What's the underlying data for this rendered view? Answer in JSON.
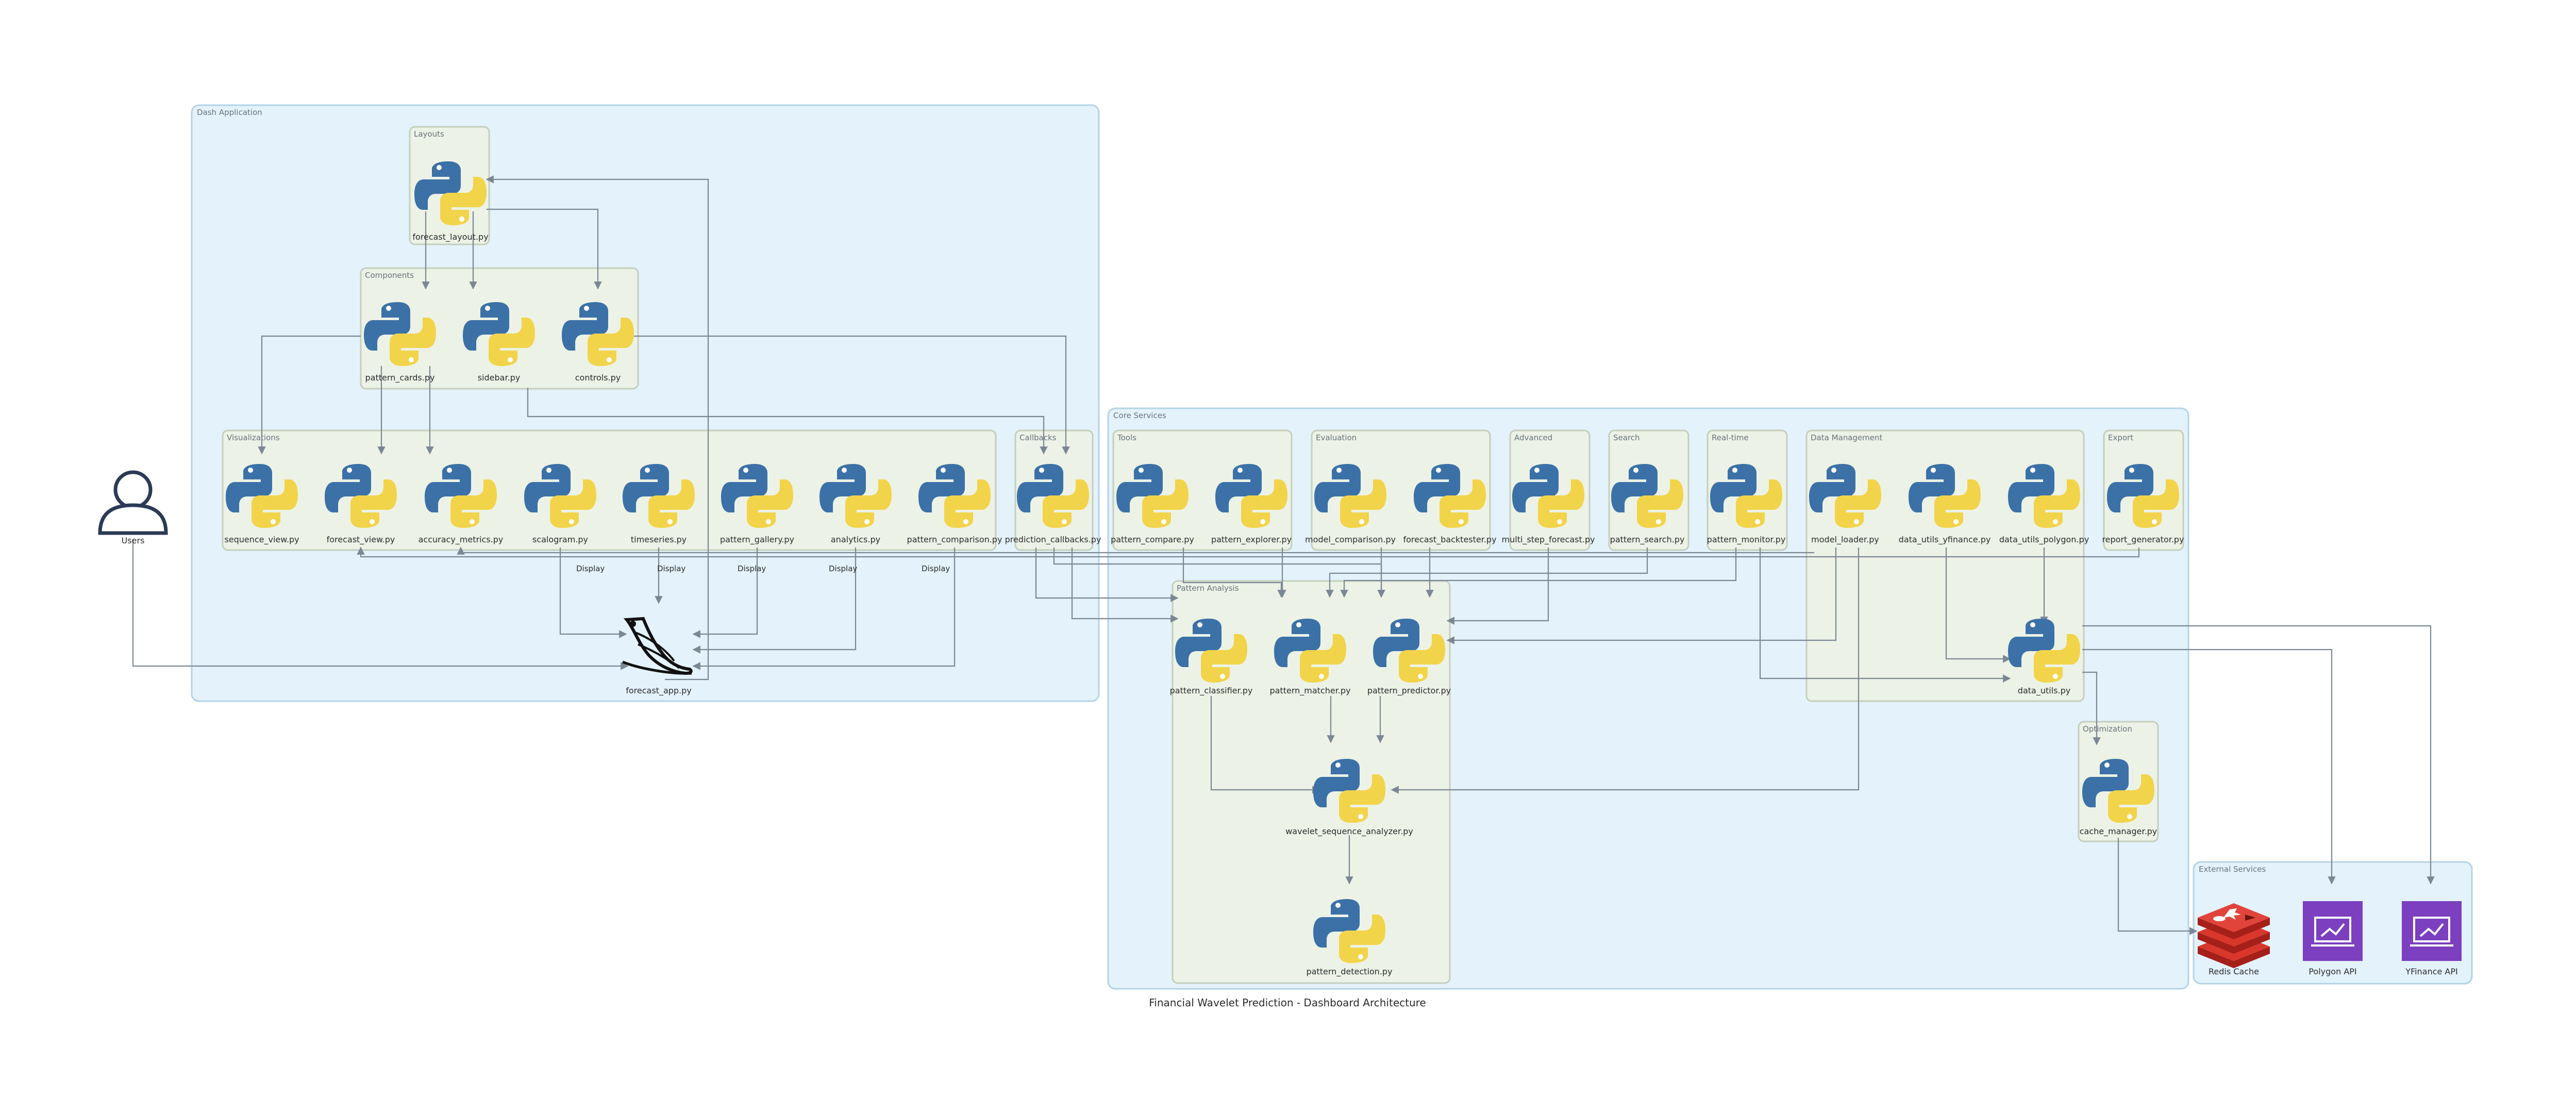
{
  "title": "Financial Wavelet Prediction - Dashboard Architecture",
  "colors": {
    "python_blue": "#3b71a7",
    "python_yellow": "#f2d44b",
    "redis": "#d32f2f",
    "api_purple": "#7b3fbf",
    "flask": "#111111",
    "edge": "#7b8794"
  },
  "clusters": {
    "dash": "Dash Application",
    "layouts": "Layouts",
    "components": "Components",
    "visualizations": "Visualizations",
    "callbacks": "Callbacks",
    "core": "Core Services",
    "tools": "Tools",
    "evaluation": "Evaluation",
    "advanced": "Advanced",
    "search": "Search",
    "realtime": "Real-time",
    "data_management": "Data Management",
    "export": "Export",
    "pattern_analysis": "Pattern Analysis",
    "optimization": "Optimization",
    "external": "External Services"
  },
  "nodes": {
    "users": {
      "label": "Users",
      "icon": "user-icon"
    },
    "forecast_layout": {
      "label": "forecast_layout.py",
      "icon": "python-icon"
    },
    "pattern_cards": {
      "label": "pattern_cards.py",
      "icon": "python-icon"
    },
    "sidebar": {
      "label": "sidebar.py",
      "icon": "python-icon"
    },
    "controls": {
      "label": "controls.py",
      "icon": "python-icon"
    },
    "sequence_view": {
      "label": "sequence_view.py",
      "icon": "python-icon"
    },
    "forecast_view": {
      "label": "forecast_view.py",
      "icon": "python-icon"
    },
    "accuracy_metrics": {
      "label": "accuracy_metrics.py",
      "icon": "python-icon"
    },
    "scalogram": {
      "label": "scalogram.py",
      "icon": "python-icon"
    },
    "timeseries": {
      "label": "timeseries.py",
      "icon": "python-icon"
    },
    "pattern_gallery": {
      "label": "pattern_gallery.py",
      "icon": "python-icon"
    },
    "analytics": {
      "label": "analytics.py",
      "icon": "python-icon"
    },
    "pattern_comparison": {
      "label": "pattern_comparison.py",
      "icon": "python-icon"
    },
    "prediction_callbacks": {
      "label": "prediction_callbacks.py",
      "icon": "python-icon"
    },
    "forecast_app": {
      "label": "forecast_app.py",
      "icon": "flask-icon"
    },
    "pattern_compare": {
      "label": "pattern_compare.py",
      "icon": "python-icon"
    },
    "pattern_explorer": {
      "label": "pattern_explorer.py",
      "icon": "python-icon"
    },
    "model_comparison": {
      "label": "model_comparison.py",
      "icon": "python-icon"
    },
    "forecast_backtester": {
      "label": "forecast_backtester.py",
      "icon": "python-icon"
    },
    "multi_step_forecast": {
      "label": "multi_step_forecast.py",
      "icon": "python-icon"
    },
    "pattern_search": {
      "label": "pattern_search.py",
      "icon": "python-icon"
    },
    "pattern_monitor": {
      "label": "pattern_monitor.py",
      "icon": "python-icon"
    },
    "model_loader": {
      "label": "model_loader.py",
      "icon": "python-icon"
    },
    "data_utils_yfinance": {
      "label": "data_utils_yfinance.py",
      "icon": "python-icon"
    },
    "data_utils_polygon": {
      "label": "data_utils_polygon.py",
      "icon": "python-icon"
    },
    "report_generator": {
      "label": "report_generator.py",
      "icon": "python-icon"
    },
    "pattern_classifier": {
      "label": "pattern_classifier.py",
      "icon": "python-icon"
    },
    "pattern_matcher": {
      "label": "pattern_matcher.py",
      "icon": "python-icon"
    },
    "pattern_predictor": {
      "label": "pattern_predictor.py",
      "icon": "python-icon"
    },
    "data_utils": {
      "label": "data_utils.py",
      "icon": "python-icon"
    },
    "wavelet_sequence_analyzer": {
      "label": "wavelet_sequence_analyzer.py",
      "icon": "python-icon"
    },
    "cache_manager": {
      "label": "cache_manager.py",
      "icon": "python-icon"
    },
    "pattern_detection": {
      "label": "pattern_detection.py",
      "icon": "python-icon"
    },
    "redis": {
      "label": "Redis Cache",
      "icon": "redis-icon"
    },
    "polygon_api": {
      "label": "Polygon API",
      "icon": "chart-api-icon"
    },
    "yfinance_api": {
      "label": "YFinance API",
      "icon": "chart-api-icon"
    }
  },
  "edge_labels": {
    "display": "Display"
  }
}
